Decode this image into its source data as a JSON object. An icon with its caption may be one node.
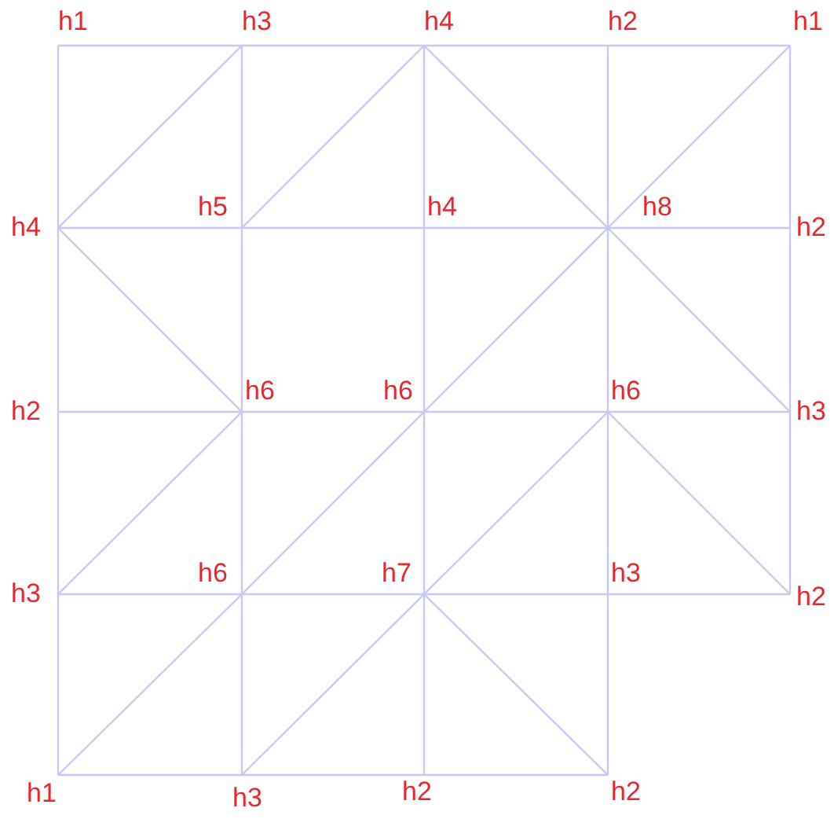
{
  "diagram": {
    "nodes": [
      {
        "text": [
          "h1"
        ]
      },
      {
        "text": [
          "h3"
        ]
      },
      {
        "text": [
          "h4"
        ]
      },
      {
        "text": [
          "h2"
        ]
      },
      {
        "text": [
          "h1"
        ]
      },
      {
        "text": [
          "h4"
        ]
      },
      {
        "text": [
          "h5"
        ]
      },
      {
        "text": [
          "h4"
        ]
      },
      {
        "text": [
          "h8"
        ]
      },
      {
        "text": [
          "h2"
        ]
      },
      {
        "text": [
          "h2"
        ]
      },
      {
        "text": [
          "h6"
        ]
      },
      {
        "text": [
          "h6"
        ]
      },
      {
        "text": [
          "h6"
        ]
      },
      {
        "text": [
          "h3"
        ]
      },
      {
        "text": [
          "h3"
        ]
      },
      {
        "text": [
          "h6"
        ]
      },
      {
        "text": [
          "h7"
        ]
      },
      {
        "text": [
          "h3"
        ]
      },
      {
        "text": [
          "h2"
        ]
      },
      {
        "text": [
          "h1"
        ]
      },
      {
        "text": [
          "h3"
        ]
      },
      {
        "text": [
          "h2"
        ]
      },
      {
        "text": [
          "h2"
        ]
      }
    ],
    "edges": [
      {
        "from": 0,
        "to": 1,
        "arrow": "none"
      },
      {
        "from": 1,
        "to": 2,
        "arrow": "none"
      },
      {
        "from": 2,
        "to": 3,
        "arrow": "none"
      },
      {
        "from": 3,
        "to": 4,
        "arrow": "none"
      },
      {
        "from": 5,
        "to": 6,
        "arrow": "none"
      },
      {
        "from": 6,
        "to": 7,
        "arrow": "none"
      },
      {
        "from": 7,
        "to": 8,
        "arrow": "none"
      },
      {
        "from": 8,
        "to": 9,
        "arrow": "none"
      },
      {
        "from": 10,
        "to": 11,
        "arrow": "none"
      },
      {
        "from": 11,
        "to": 12,
        "arrow": "none"
      },
      {
        "from": 12,
        "to": 13,
        "arrow": "none"
      },
      {
        "from": 13,
        "to": 14,
        "arrow": "none"
      },
      {
        "from": 15,
        "to": 16,
        "arrow": "none"
      },
      {
        "from": 16,
        "to": 17,
        "arrow": "none"
      },
      {
        "from": 17,
        "to": 18,
        "arrow": "none"
      },
      {
        "from": 18,
        "to": 19,
        "arrow": "none"
      },
      {
        "from": 20,
        "to": 21,
        "arrow": "none"
      },
      {
        "from": 21,
        "to": 22,
        "arrow": "none"
      },
      {
        "from": 22,
        "to": 23,
        "arrow": "none"
      },
      {
        "from": 0,
        "to": 5,
        "arrow": "none"
      },
      {
        "from": 5,
        "to": 10,
        "arrow": "none"
      },
      {
        "from": 10,
        "to": 15,
        "arrow": "none"
      },
      {
        "from": 15,
        "to": 20,
        "arrow": "none"
      },
      {
        "from": 1,
        "to": 6,
        "arrow": "none"
      },
      {
        "from": 6,
        "to": 11,
        "arrow": "none"
      },
      {
        "from": 11,
        "to": 16,
        "arrow": "none"
      },
      {
        "from": 16,
        "to": 21,
        "arrow": "none"
      },
      {
        "from": 2,
        "to": 7,
        "arrow": "none"
      },
      {
        "from": 7,
        "to": 12,
        "arrow": "none"
      },
      {
        "from": 12,
        "to": 17,
        "arrow": "none"
      },
      {
        "from": 17,
        "to": 22,
        "arrow": "none"
      },
      {
        "from": 3,
        "to": 8,
        "arrow": "none"
      },
      {
        "from": 8,
        "to": 13,
        "arrow": "none"
      },
      {
        "from": 13,
        "to": 18,
        "arrow": "none"
      },
      {
        "from": 18,
        "to": 23,
        "arrow": "none"
      },
      {
        "from": 4,
        "to": 9,
        "arrow": "none"
      },
      {
        "from": 9,
        "to": 14,
        "arrow": "none"
      },
      {
        "from": 14,
        "to": 19,
        "arrow": "none"
      },
      {
        "from": 5,
        "to": 1,
        "arrow": "none"
      },
      {
        "from": 6,
        "to": 2,
        "arrow": "none"
      },
      {
        "from": 2,
        "to": 8,
        "arrow": "none"
      },
      {
        "from": 8,
        "to": 4,
        "arrow": "none"
      },
      {
        "from": 5,
        "to": 11,
        "arrow": "none"
      },
      {
        "from": 12,
        "to": 8,
        "arrow": "none"
      },
      {
        "from": 8,
        "to": 14,
        "arrow": "none"
      },
      {
        "from": 15,
        "to": 11,
        "arrow": "none"
      },
      {
        "from": 16,
        "to": 12,
        "arrow": "none"
      },
      {
        "from": 17,
        "to": 13,
        "arrow": "none"
      },
      {
        "from": 13,
        "to": 19,
        "arrow": "none"
      },
      {
        "from": 20,
        "to": 16,
        "arrow": "none"
      },
      {
        "from": 21,
        "to": 17,
        "arrow": "none"
      },
      {
        "from": 17,
        "to": 23,
        "arrow": "none"
      }
    ]
  }
}
